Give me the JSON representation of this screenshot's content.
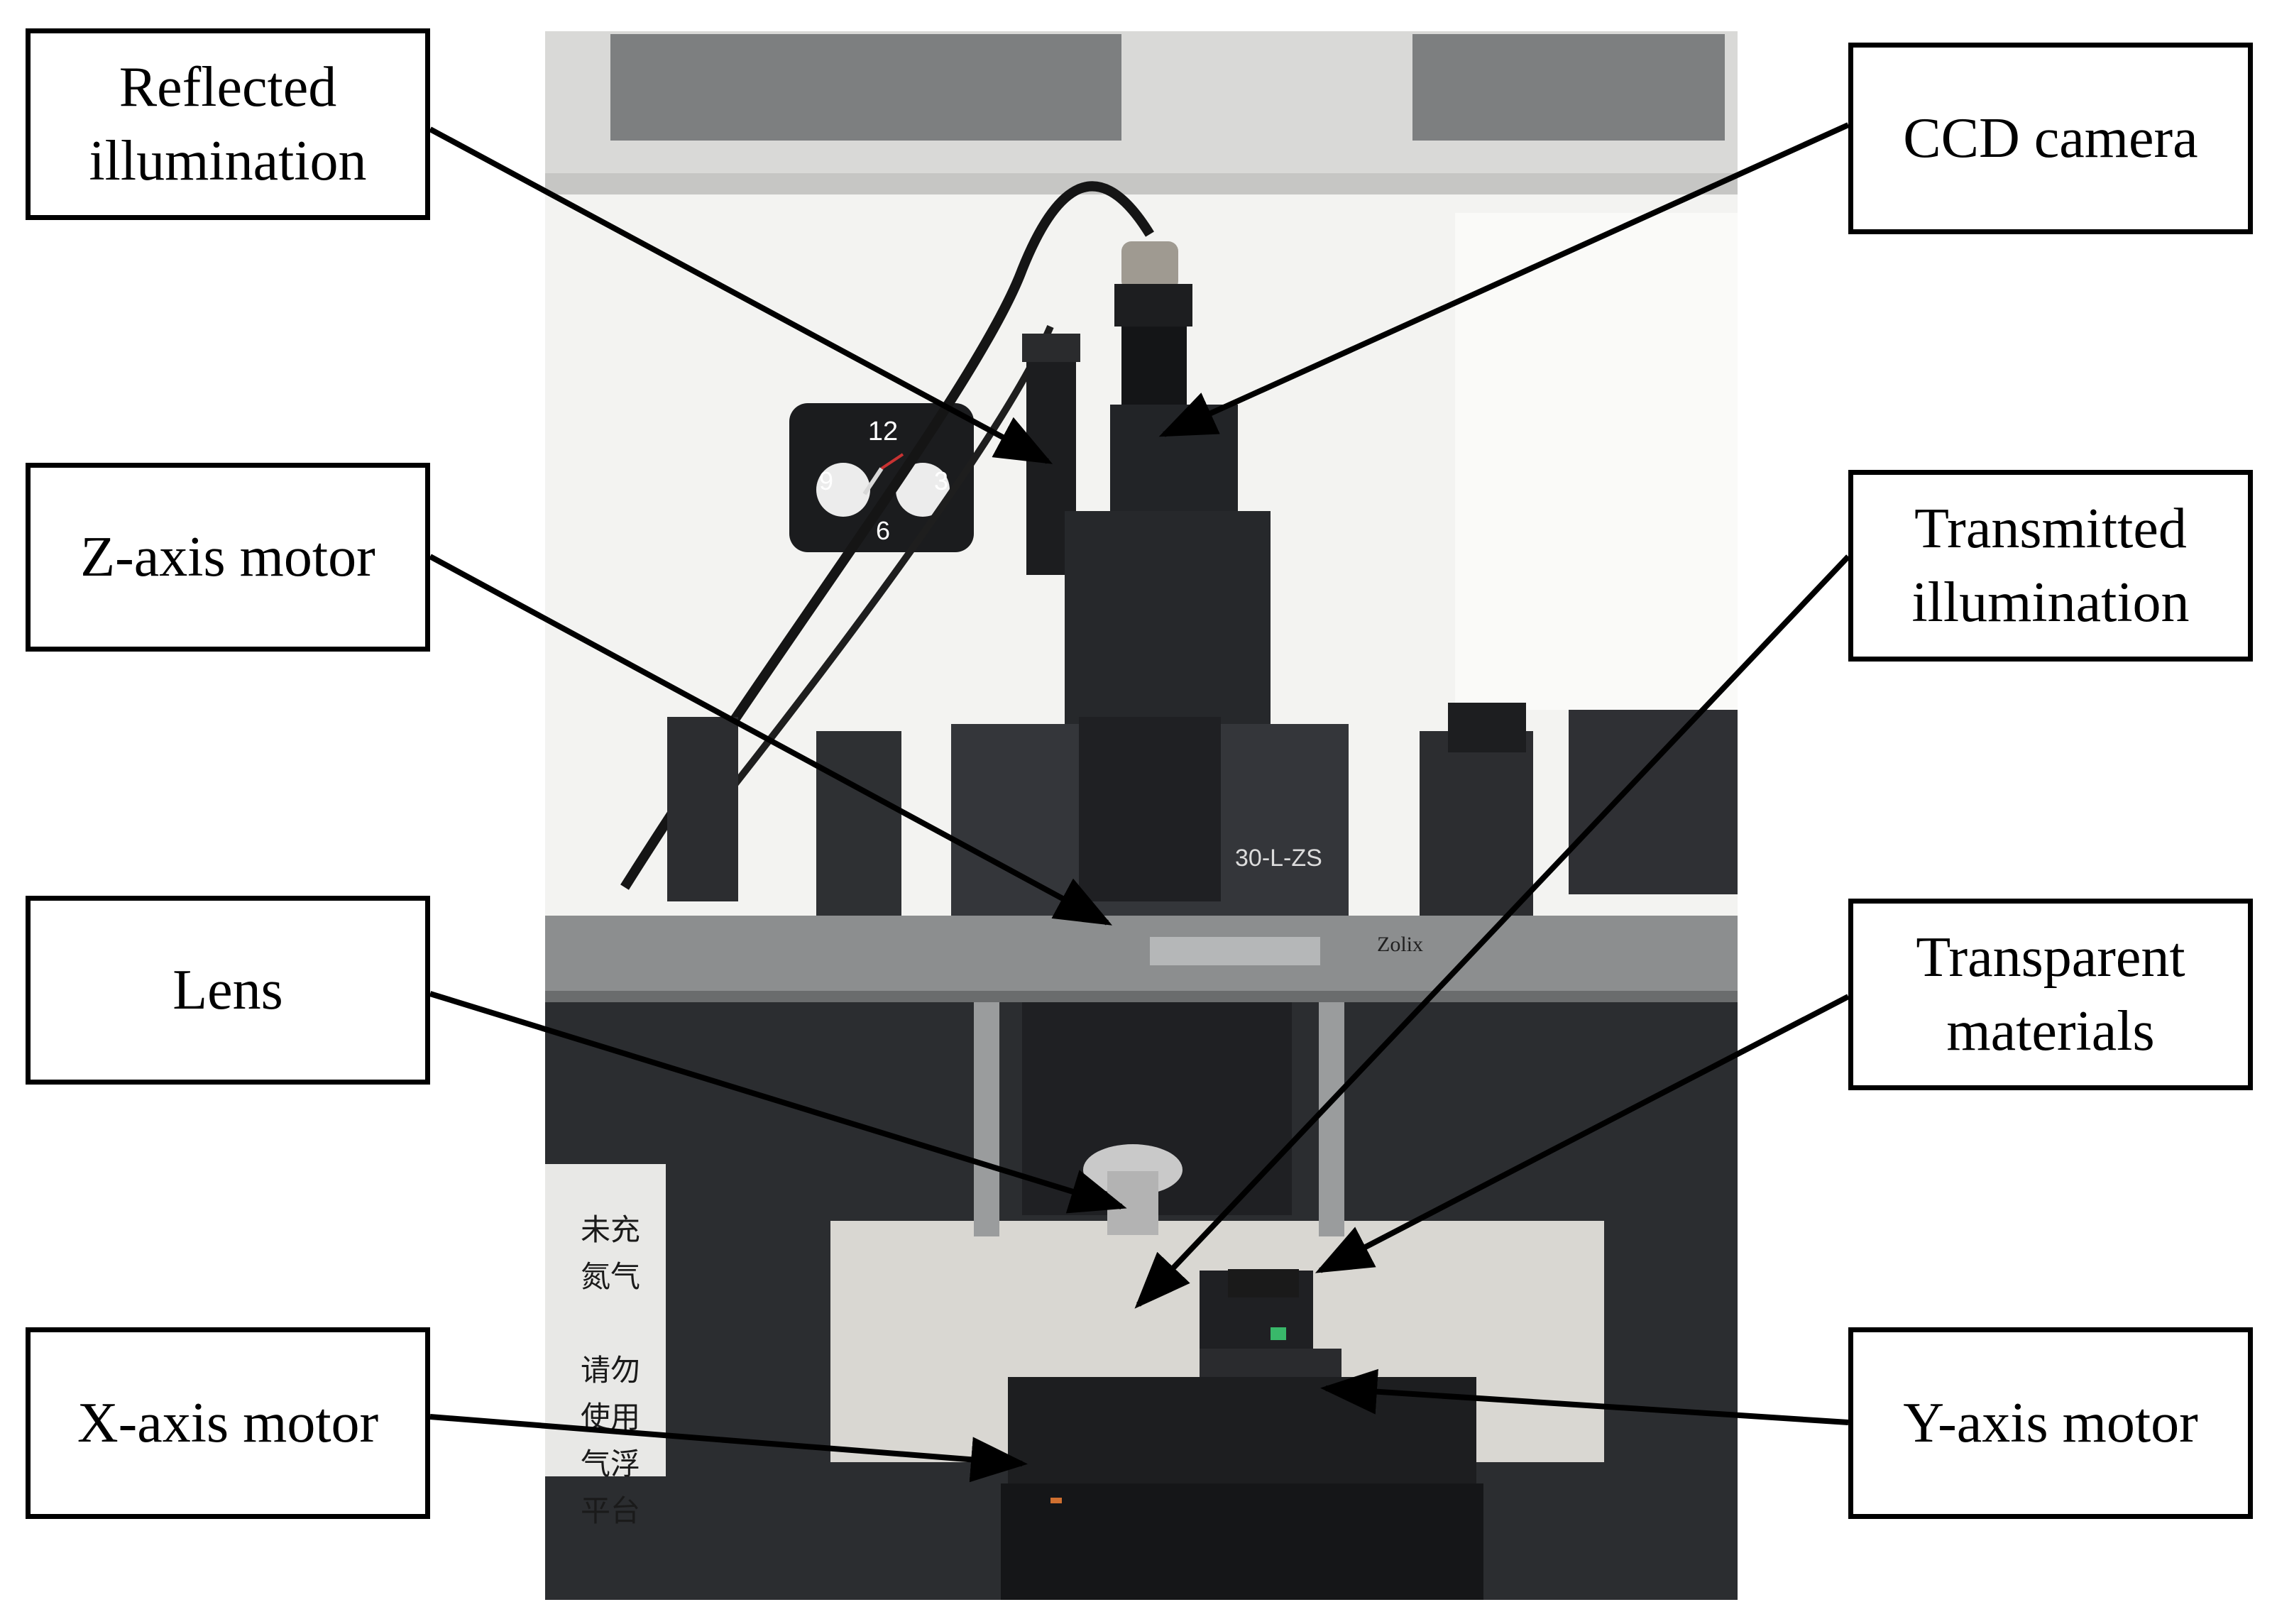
{
  "labels": {
    "reflected_illumination": "Reflected\nillumination",
    "ccd_camera": "CCD camera",
    "z_axis_motor": "Z-axis motor",
    "transmitted_illumination": "Transmitted\nillumination",
    "lens": "Lens",
    "transparent_materials": "Transparent\nmaterials",
    "x_axis_motor": "X-axis motor",
    "y_axis_motor": "Y-axis motor"
  },
  "photo": {
    "sign_text": "未充\n氮气\n\n请勿\n使用\n气浮\n平台",
    "stage_label": "30-L-ZS",
    "brand_label": "Zolix",
    "clock": {
      "n12": "12",
      "n3": "3",
      "n6": "6",
      "n9": "9"
    }
  },
  "colors": {
    "box_border": "#000000",
    "arrow": "#000000",
    "wall": "#f4f4f2",
    "machine": "#2b2d30",
    "table_top": "#8c8e8f"
  }
}
